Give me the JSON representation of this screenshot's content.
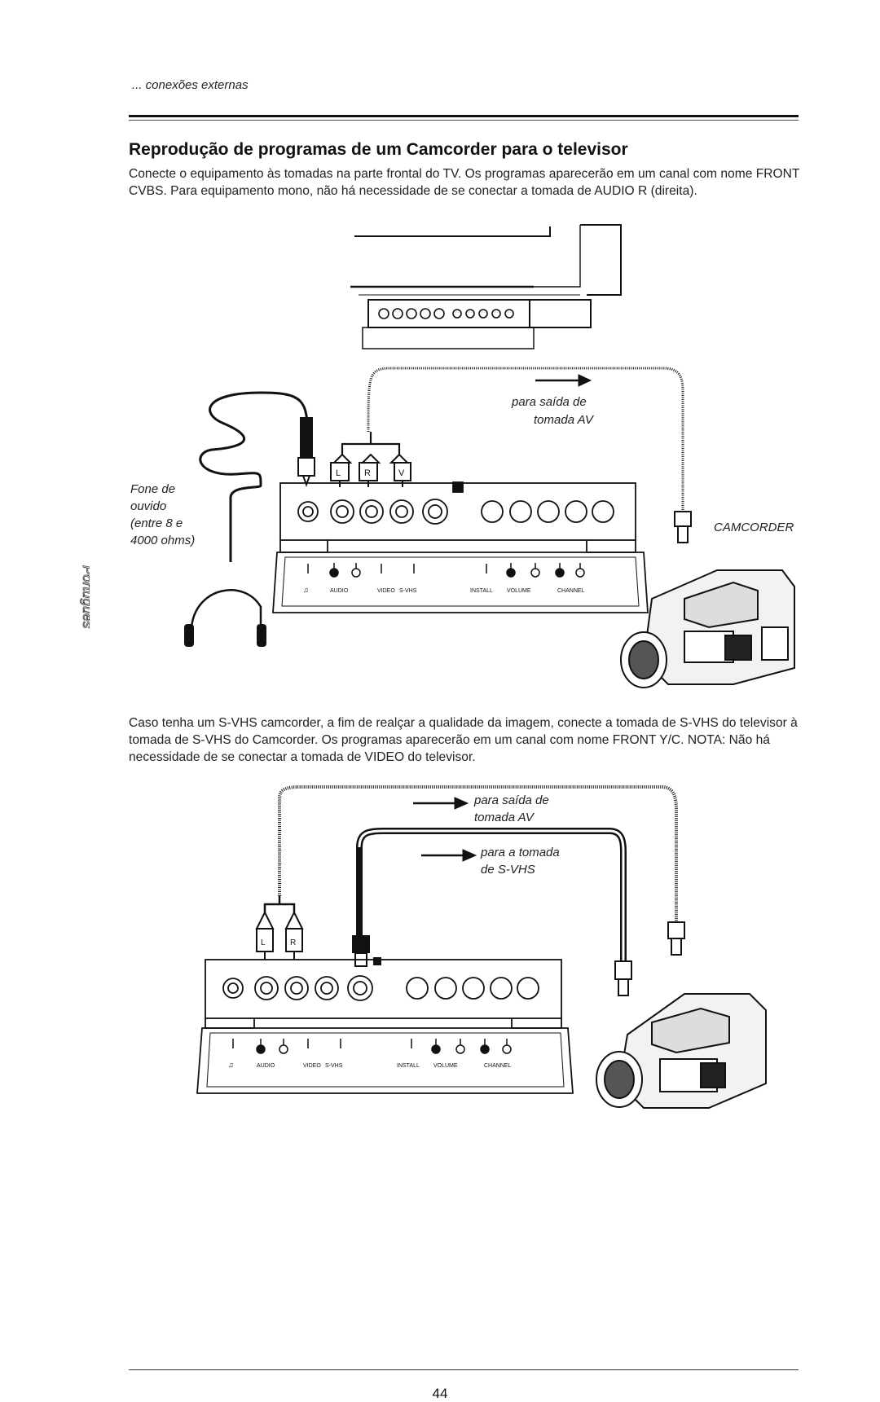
{
  "header": {
    "section": "... conexões externas"
  },
  "title": "Reprodução de programas de um Camcorder para o televisor",
  "intro": "Conecte o equipamento às tomadas na parte frontal do TV. Os programas aparecerão em um canal com nome FRONT CVBS. Para equipamento mono, não há necessidade de se conectar a tomada de  AUDIO R (direita).",
  "diagram1": {
    "arrow_label_1": "para saída de",
    "arrow_label_2": "tomada AV",
    "headphone_label": [
      "Fone de",
      "ouvido",
      "(entre 8 e",
      "4000 ohms)"
    ],
    "camcorder_label": "CAMCORDER",
    "plug_letters": [
      "L",
      "R",
      "V"
    ]
  },
  "panel_labels": [
    "AUDIO",
    "VIDEO",
    "S-VHS",
    "INSTALL",
    "VOLUME",
    "CHANNEL"
  ],
  "second_para": "Caso tenha um S-VHS camcorder, a fim de realçar a qualidade da imagem, conecte a tomada de S-VHS do televisor à tomada de S-VHS do Camcorder.  Os programas aparecerão em um canal com nome FRONT Y/C. NOTA: Não há necessidade de se conectar a tomada de VIDEO do televisor.",
  "diagram2": {
    "arrow_label_1a": "para saída de",
    "arrow_label_1b": "tomada AV",
    "arrow_label_2a": "para a tomada",
    "arrow_label_2b": "de S-VHS",
    "plug_letters": [
      "L",
      "R"
    ]
  },
  "side_tab": "Português",
  "page_number": "44",
  "colors": {
    "ink": "#111111",
    "paper": "#ffffff"
  }
}
